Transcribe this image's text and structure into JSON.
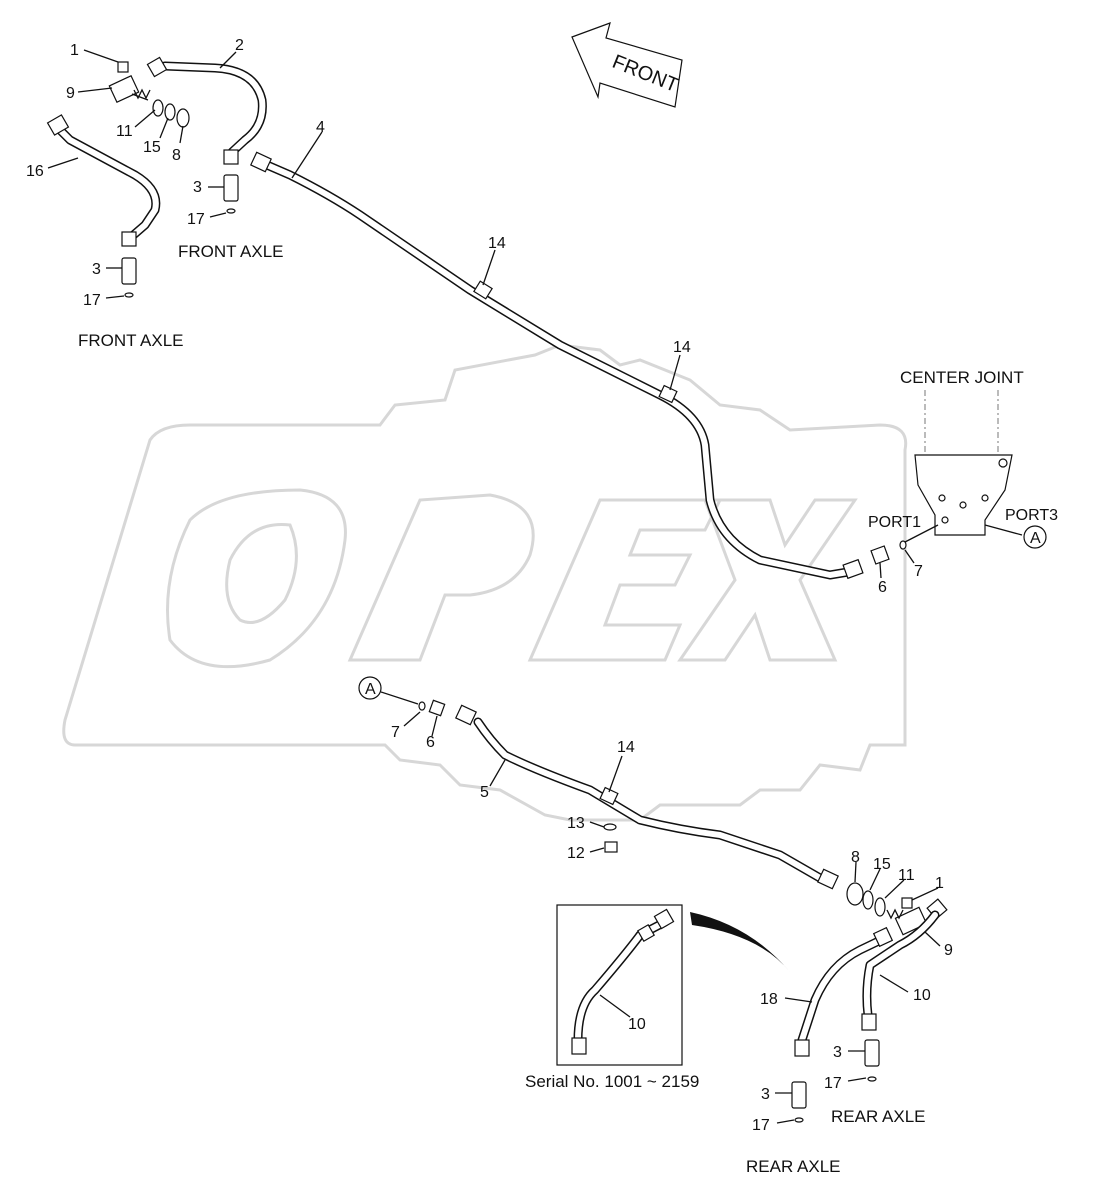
{
  "direction_label": "FRONT",
  "watermark": "OPEX",
  "labels": {
    "front_axle_1": "FRONT AXLE",
    "front_axle_2": "FRONT AXLE",
    "rear_axle_1": "REAR AXLE",
    "rear_axle_2": "REAR AXLE",
    "center_joint": "CENTER JOINT",
    "port1": "PORT1",
    "port3": "PORT3",
    "ref_a_1": "A",
    "ref_a_2": "A",
    "serial": "Serial No. 1001 ~ 2159"
  },
  "part_numbers": {
    "p1a": "1",
    "p2": "2",
    "p9a": "9",
    "p4": "4",
    "p11a": "11",
    "p15a": "15",
    "p8a": "8",
    "p16": "16",
    "p3a": "3",
    "p17a": "17",
    "p3b": "3",
    "p17b": "17",
    "p14a": "14",
    "p14b": "14",
    "p6a": "6",
    "p7a": "7",
    "p7b": "7",
    "p6b": "6",
    "p14c": "14",
    "p5": "5",
    "p13": "13",
    "p12": "12",
    "p8b": "8",
    "p15b": "15",
    "p11b": "11",
    "p1b": "1",
    "p9b": "9",
    "p18": "18",
    "p10a": "10",
    "p10b": "10",
    "p3c": "3",
    "p17c": "17",
    "p3d": "3",
    "p17d": "17"
  },
  "colors": {
    "ink": "#111111",
    "watermark": "#d7d7d7",
    "background": "#ffffff"
  }
}
